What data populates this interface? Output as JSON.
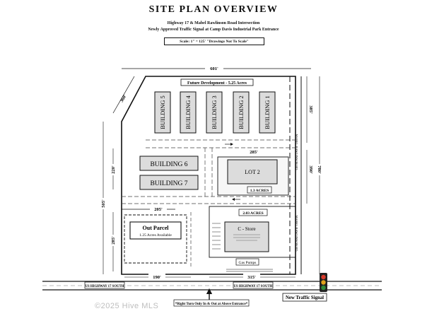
{
  "title": "SITE PLAN OVERVIEW",
  "subtitle1": "Highway 17 & Mabel Rawlinson Road Intersection",
  "subtitle2": "Newly Approved Traffic Signal at Camp Davis Industrial Park Entrance",
  "scale_note": "Scale: 1\" = 125'     \"Drawings Not To Scale\"",
  "dims": {
    "top": "601'",
    "diag": "360'",
    "right_a": "385'",
    "right_b": "780'",
    "right_c": "390'",
    "left_a": "220'",
    "left_b": "505'",
    "left_c": "285'",
    "lot2_top": "285'",
    "mid": "205'",
    "bottom_left": "190'",
    "bottom_right": "315'"
  },
  "future_dev": "Future Development - 5.25 Acres",
  "buildings": {
    "b1": "BUILDING 1",
    "b2": "BUILDING 2",
    "b3": "BUILDING 3",
    "b4": "BUILDING 4",
    "b5": "BUILDING 5",
    "b6": "BUILDING 6",
    "b7": "BUILDING 7"
  },
  "lot2": "LOT 2",
  "lot2_acres": "1.3 ACRES",
  "cstore_acres": "2.03 ACRES",
  "out_parcel": "Out Parcel",
  "out_parcel_sub": "1.25 Acres Available",
  "cstore": "C - Store",
  "gas_pumps": "Gas Pumps",
  "road_label": "MABEL RAWLINSON RD",
  "hwy_label_left": "US HIGHWAY 17 SOUTH",
  "hwy_label_right": "US HIGHWAY 17 SOUTH",
  "right_turn_note": "*Right Turn Only In & Out at Above Entrance*",
  "new_signal": "New Traffic Signal",
  "watermark": "©2025 Hive MLS",
  "colors": {
    "signal_red": "#d93a2b",
    "signal_yellow": "#e0a21c",
    "signal_green": "#2f8a3a"
  }
}
